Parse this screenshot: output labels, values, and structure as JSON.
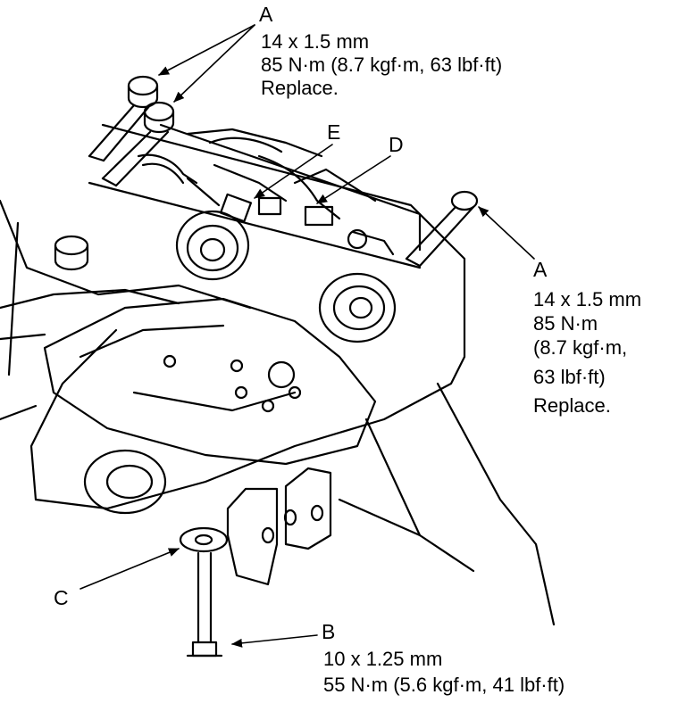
{
  "callouts": {
    "a_top": {
      "letter": "A",
      "lines": [
        "14 x 1.5 mm",
        "85 N·m (8.7 kgf·m, 63 lbf·ft)",
        "Replace."
      ]
    },
    "a_right": {
      "letter": "A",
      "lines": [
        "14 x 1.5 mm",
        "85 N·m",
        "(8.7 kgf·m,",
        "63 lbf·ft)",
        "Replace."
      ]
    },
    "b": {
      "letter": "B",
      "lines": [
        "10 x 1.25 mm",
        "55 N·m (5.6 kgf·m, 41 lbf·ft)"
      ]
    },
    "c": {
      "letter": "C"
    },
    "d": {
      "letter": "D"
    },
    "e": {
      "letter": "E"
    }
  },
  "colors": {
    "ink": "#000000",
    "paper": "#ffffff"
  }
}
